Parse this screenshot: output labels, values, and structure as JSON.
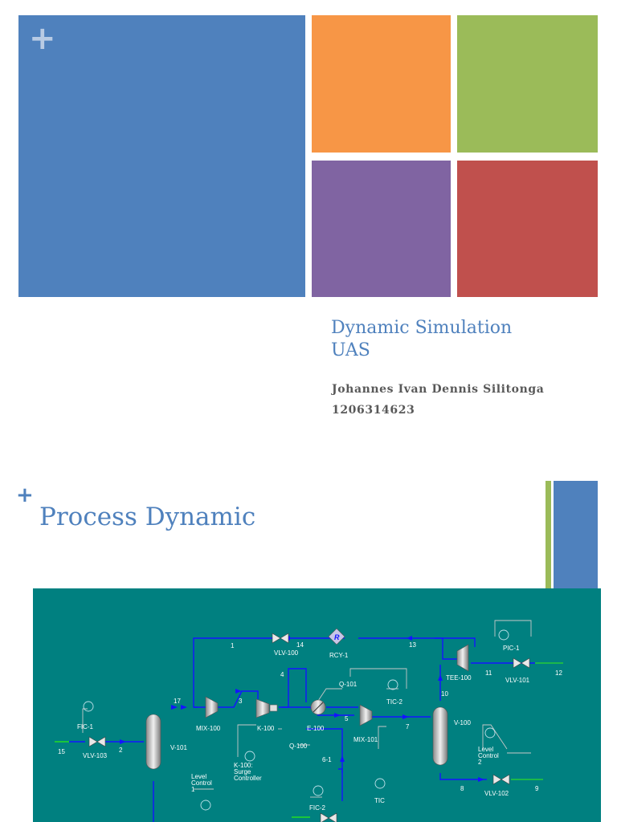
{
  "slide1": {
    "plus": "+",
    "colors": {
      "blue": "#4f81bd",
      "orange": "#f79646",
      "green": "#9bbb59",
      "purple": "#8064a2",
      "red": "#c0504d"
    },
    "title_line1": "Dynamic Simulation",
    "title_line2": "UAS",
    "author_name": "Johannes Ivan Dennis Silitonga",
    "author_id": "1206314623"
  },
  "slide2": {
    "plus": "+",
    "title": "Process Dynamic",
    "diagram": {
      "background": "#008080",
      "labels": {
        "s1": "1",
        "s2": "2",
        "s3": "3",
        "s4": "4",
        "s5": "5",
        "s6_1": "6-1",
        "s7": "7",
        "s8": "8",
        "s9": "9",
        "s10": "10",
        "s11": "11",
        "s12": "12",
        "s13": "13",
        "s14": "14",
        "s15": "15",
        "s17": "17",
        "vlv100": "VLV-100",
        "vlv101": "VLV-101",
        "vlv102": "VLV-102",
        "vlv103": "VLV-103",
        "rcy1": "RCY-1",
        "rcy_mark": "R",
        "mix100": "MIX-100",
        "mix101": "MIX-101",
        "k100": "K-100",
        "k100_ctrl_1": "K-100:",
        "k100_ctrl_2": "Surge",
        "k100_ctrl_3": "Controller",
        "e100": "E-100",
        "q100": "Q-100",
        "q101": "Q-101",
        "tic": "TIC",
        "tic2": "TIC-2",
        "tee100": "TEE-100",
        "v100": "V-100",
        "v101": "V-101",
        "pic1": "PIC-1",
        "fic1": "FIC-1",
        "fic2": "FIC-2",
        "lc1_1": "Level",
        "lc1_2": "Control",
        "lc1_3": "1",
        "lc2_1": "Level",
        "lc2_2": "Control",
        "lc2_3": "2"
      }
    }
  }
}
